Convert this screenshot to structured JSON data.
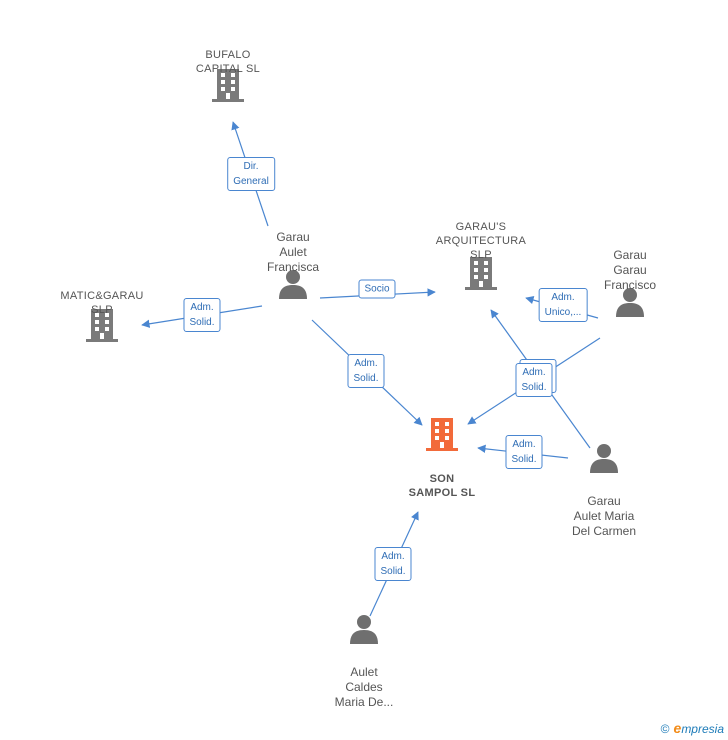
{
  "nodes": [
    {
      "id": "bufalo",
      "type": "company",
      "label": "BUFALO\nCAPITAL  SL"
    },
    {
      "id": "matic",
      "type": "company",
      "label": "MATIC&GARAU\nSLP"
    },
    {
      "id": "garaus",
      "type": "company",
      "label": "GARAU'S\nARQUITECTURA\nSLP"
    },
    {
      "id": "son",
      "type": "company",
      "focus": true,
      "label": "SON\nSAMPOL  SL"
    },
    {
      "id": "francisca",
      "type": "person",
      "label": "Garau\nAulet\nFrancisca"
    },
    {
      "id": "francisco",
      "type": "person",
      "label": "Garau\nGarau\nFrancisco"
    },
    {
      "id": "carmen",
      "type": "person",
      "label": "Garau\nAulet Maria\nDel Carmen"
    },
    {
      "id": "aulet",
      "type": "person",
      "label": "Aulet\nCaldes\nMaria De..."
    }
  ],
  "edges": [
    {
      "from": "francisca",
      "to": "bufalo",
      "label": "Dir.\nGeneral"
    },
    {
      "from": "francisca",
      "to": "matic",
      "label": "Adm.\nSolid."
    },
    {
      "from": "francisca",
      "to": "garaus",
      "label": "Socio"
    },
    {
      "from": "francisca",
      "to": "son",
      "label": "Adm.\nSolid."
    },
    {
      "from": "francisco",
      "to": "garaus",
      "label": "Adm.\nUnico,..."
    },
    {
      "from": "francisco",
      "to": "son",
      "label": "Adm.\nSolid."
    },
    {
      "from": "carmen",
      "to": "garaus",
      "label": ""
    },
    {
      "from": "carmen",
      "to": "son",
      "label": "Adm.\nSolid."
    },
    {
      "from": "aulet",
      "to": "son",
      "label": "Adm.\nSolid."
    }
  ],
  "colors": {
    "edge": "#4a86d0",
    "company": "#7a7a7a",
    "focus": "#f26a3a",
    "person": "#6f6f6f"
  },
  "footer": {
    "copyright": "©",
    "brand_initial": "e",
    "brand_rest": "mpresia"
  }
}
